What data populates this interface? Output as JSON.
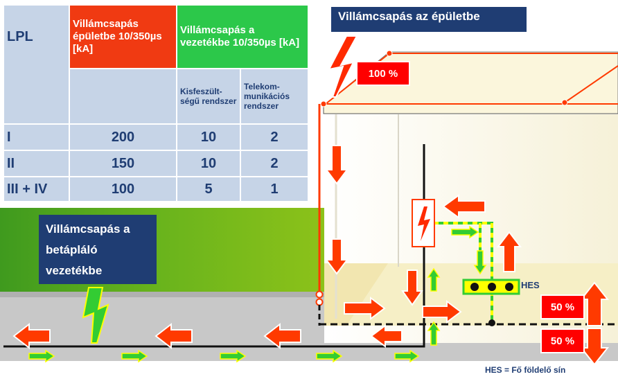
{
  "table": {
    "lpl_header": "LPL",
    "building_header": "Villámcsapás épületbe 10/350µs [kA]",
    "line_header": "Villámcsapás a vezetékbe 10/350µs [kA]",
    "sub_lv": "Kisfeszült-ségű rendszer",
    "sub_tel": "Telekom-munikációs rendszer",
    "rows": [
      {
        "lpl": "I",
        "building": "200",
        "lv": "10",
        "tel": "2"
      },
      {
        "lpl": "II",
        "building": "150",
        "lv": "10",
        "tel": "2"
      },
      {
        "lpl": "III + IV",
        "building": "100",
        "lv": "5",
        "tel": "1"
      }
    ]
  },
  "labels": {
    "strike_building": "Villámcsapás az épületbe",
    "strike_supply": "Villámcsapás a betápláló vezetékbe",
    "pct_100": "100 %",
    "pct_50_up": "50 %",
    "pct_50_down": "50 %",
    "hes": "HES",
    "hes_legend": "HES = Fő földelő sín"
  },
  "colors": {
    "table_cell": "#c6d4e7",
    "table_text": "#1f3d73",
    "header_red": "#f03a12",
    "header_green": "#2cc84a",
    "arrow_red": "#ff3a00",
    "arrow_green": "#33cc33",
    "lightning": "#ff2a00",
    "title_box": "#1f3d73"
  }
}
